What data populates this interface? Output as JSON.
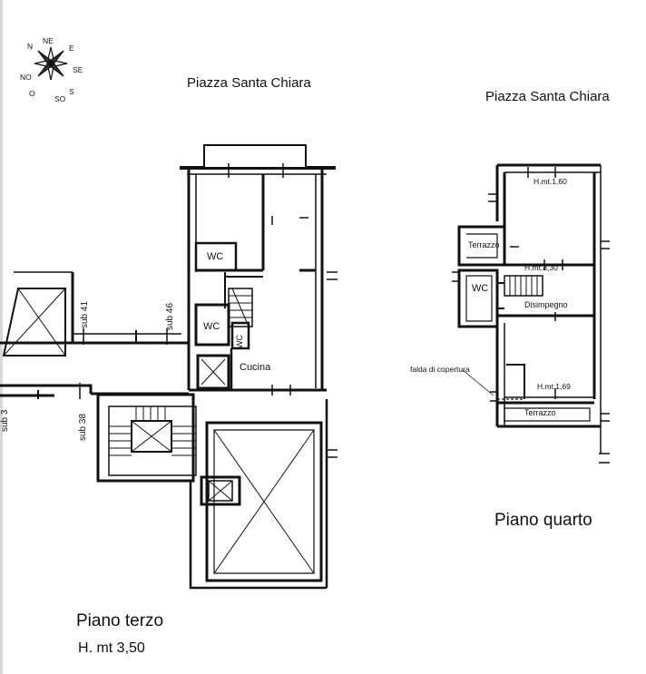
{
  "compass": {
    "n": "N",
    "ne": "NE",
    "e": "E",
    "se": "SE",
    "s": "S",
    "so": "SO",
    "o": "O",
    "no": "NO"
  },
  "floor_left": {
    "street": "Piazza Santa Chiara",
    "title": "Piano terzo",
    "height": "H. mt 3,50",
    "labels": {
      "wc_top": "WC",
      "wc_mid": "WC",
      "wc_small": "WC",
      "kitchen": "Cucina",
      "sub41": "sub 41",
      "sub46": "sub 46",
      "sub38": "sub 38",
      "sub_cut": "sub 38"
    }
  },
  "floor_right": {
    "street": "Piazza Santa Chiara",
    "title": "Piano quarto",
    "labels": {
      "h160": "H.mt.1,60",
      "terrace_top": "Terrazzo",
      "h330": "H.mt.3,30",
      "wc": "WC",
      "hall": "Disimpegno",
      "pitch": "falda di copertura",
      "h169": "H.mt.1,69",
      "terrace_bottom": "Terrazzo"
    }
  }
}
